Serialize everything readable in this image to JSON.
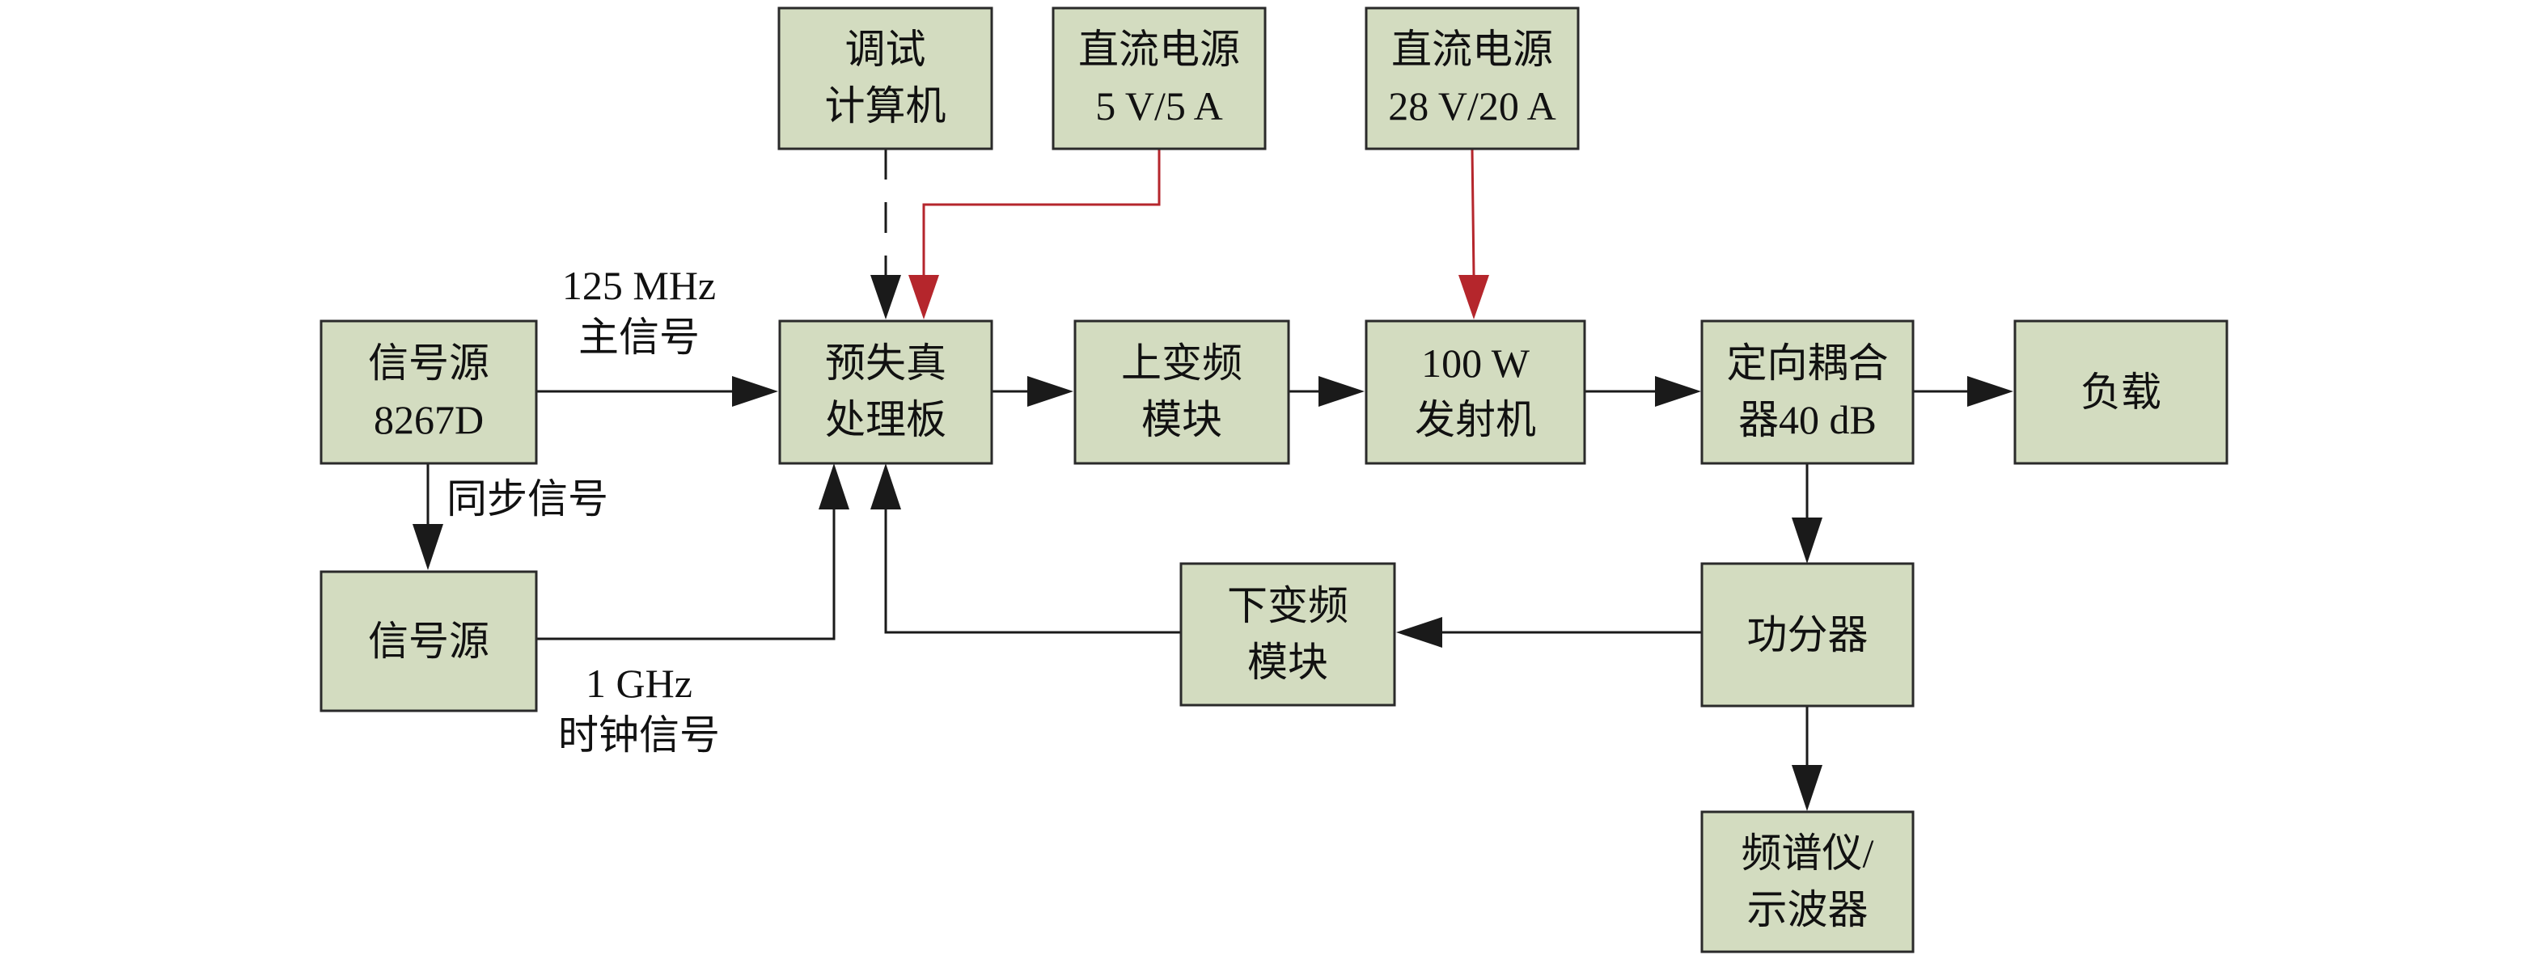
{
  "diagram": {
    "boxes": [
      {
        "id": "debug_computer",
        "lines": [
          "调试",
          "计算机"
        ]
      },
      {
        "id": "dc_power_5v",
        "lines": [
          "直流电源",
          "5 V/5 A"
        ]
      },
      {
        "id": "dc_power_28v",
        "lines": [
          "直流电源",
          "28 V/20 A"
        ]
      },
      {
        "id": "signal_source_8267d",
        "lines": [
          "信号源",
          "8267D"
        ]
      },
      {
        "id": "predistortion_board",
        "lines": [
          "预失真",
          "处理板"
        ]
      },
      {
        "id": "upconverter_module",
        "lines": [
          "上变频",
          "模块"
        ]
      },
      {
        "id": "transmitter_100w",
        "lines": [
          "100 W",
          "发射机"
        ]
      },
      {
        "id": "directional_coupler",
        "lines": [
          "定向耦合",
          "器40 dB"
        ]
      },
      {
        "id": "load",
        "lines": [
          "负载"
        ]
      },
      {
        "id": "signal_source_clock",
        "lines": [
          "信号源"
        ]
      },
      {
        "id": "downconverter_module",
        "lines": [
          "下变频",
          "模块"
        ]
      },
      {
        "id": "power_divider",
        "lines": [
          "功分器"
        ]
      },
      {
        "id": "spectrum_oscilloscope",
        "lines": [
          "频谱仪/",
          "示波器"
        ]
      }
    ],
    "labels": {
      "main_signal": [
        "125 MHz",
        "主信号"
      ],
      "sync_signal": [
        "同步信号"
      ],
      "clock_signal": [
        "1 GHz",
        "时钟信号"
      ]
    },
    "colors": {
      "box_fill": "#d3dcc0",
      "box_border": "#2a2a2a",
      "signal_line": "#1a1a1a",
      "power_line": "#b5262c"
    }
  }
}
